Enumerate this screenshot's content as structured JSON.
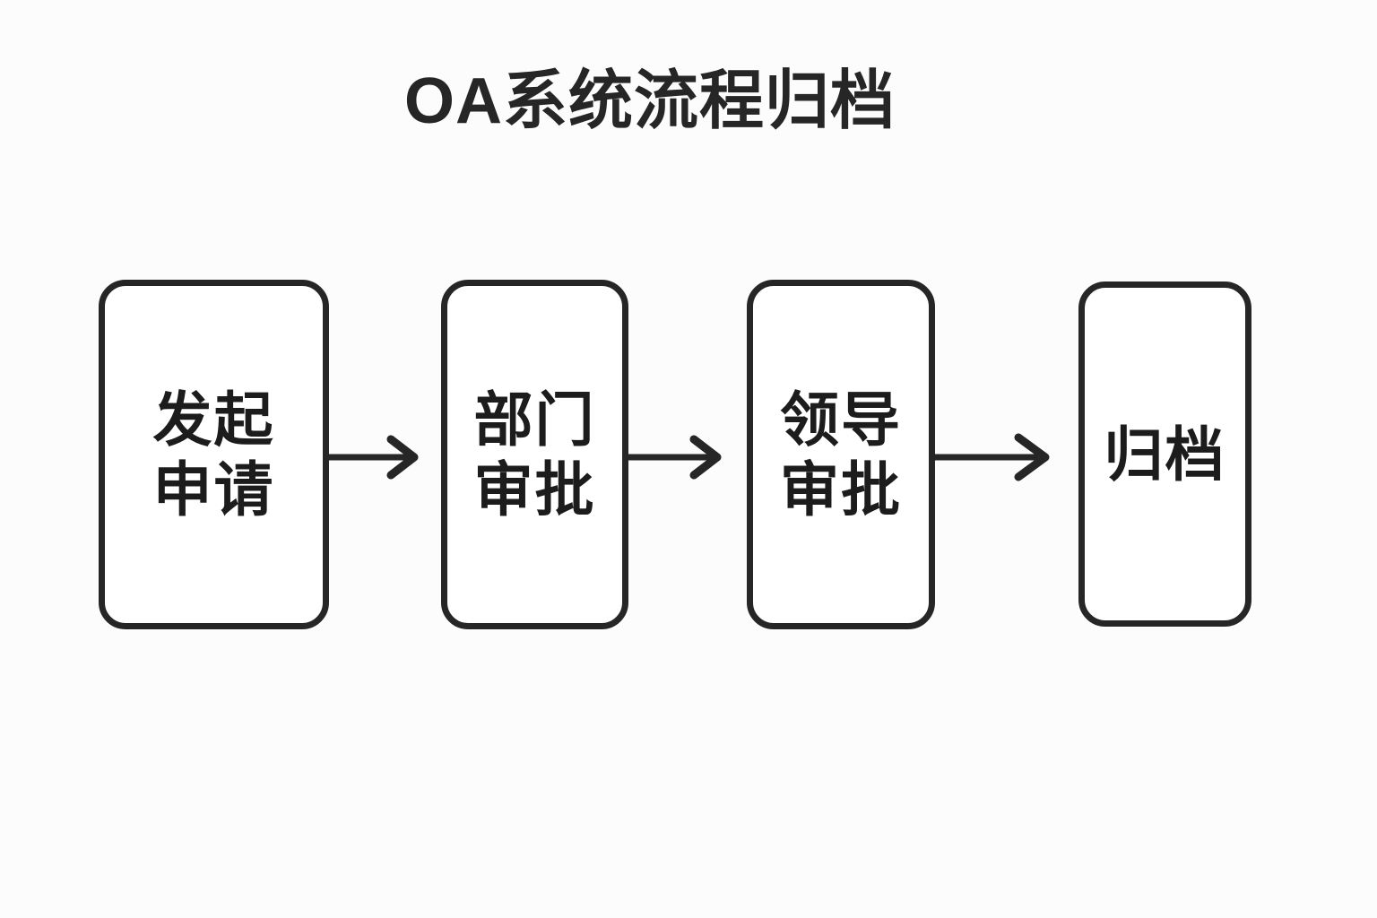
{
  "title": "OA系统流程归档",
  "background_color": "#fcfcfc",
  "stroke_color": "#262626",
  "node_fill_color": "#ffffff",
  "text_color": "#1c1c1c",
  "diagram": {
    "type": "flowchart",
    "orientation": "left-to-right",
    "node_count": 4,
    "connector_count": 3,
    "connector_style": "single-headed-arrow",
    "nodes": [
      {
        "id": "node-0",
        "label": "发起申请",
        "lines": [
          "发起",
          "申请"
        ]
      },
      {
        "id": "node-1",
        "label": "部门审批",
        "lines": [
          "部门",
          "审批"
        ]
      },
      {
        "id": "node-2",
        "label": "领导审批",
        "lines": [
          "领导",
          "审批"
        ]
      },
      {
        "id": "node-3",
        "label": "归档",
        "lines": [
          "归档"
        ]
      }
    ],
    "connectors": [
      {
        "id": "arrow-0",
        "from": "发起申请",
        "to": "部门审批"
      },
      {
        "id": "arrow-1",
        "from": "部门审批",
        "to": "领导审批"
      },
      {
        "id": "arrow-2",
        "from": "领导审批",
        "to": "归档"
      }
    ]
  }
}
